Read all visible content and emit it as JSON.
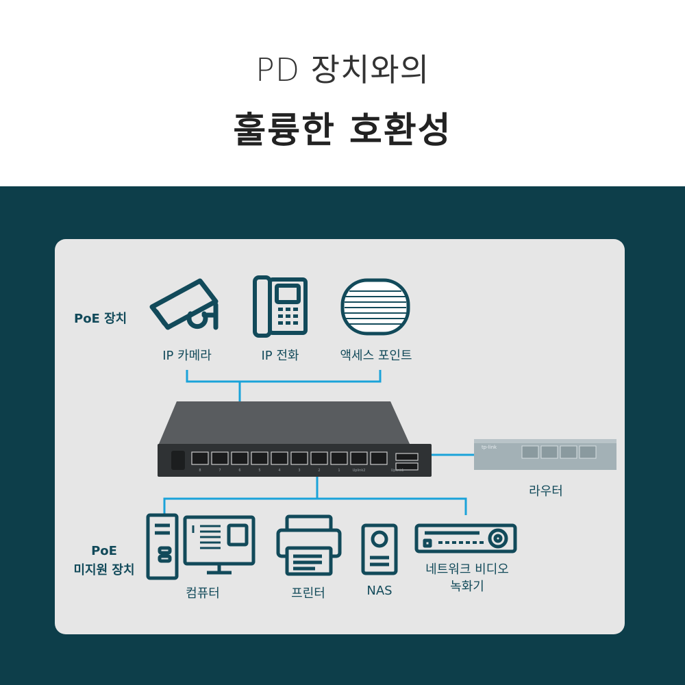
{
  "title": {
    "line1": "PD 장치와의",
    "line2": "훌륭한 호환성"
  },
  "diagram": {
    "poe_devices_label": "PoE 장치",
    "non_poe_devices_label_line1": "PoE",
    "non_poe_devices_label_line2": "미지원 장치",
    "poe_devices": [
      {
        "label": "IP 카메라",
        "icon": "ip-camera-icon"
      },
      {
        "label": "IP 전화",
        "icon": "ip-phone-icon"
      },
      {
        "label": "액세스 포인트",
        "icon": "access-point-icon"
      }
    ],
    "router_label": "라우터",
    "router_brand": "tp-link",
    "non_poe_devices": [
      {
        "label": "컴퓨터",
        "icon": "computer-icon"
      },
      {
        "label": "프린터",
        "icon": "printer-icon"
      },
      {
        "label": "NAS",
        "icon": "nas-icon"
      },
      {
        "label_line1": "네트워크 비디오",
        "label_line2": "녹화기",
        "icon": "nvr-icon"
      }
    ],
    "switch_port_labels": [
      "8",
      "7",
      "6",
      "5",
      "4",
      "3",
      "2",
      "1",
      "Uplink2",
      "Uplink1"
    ],
    "colors": {
      "background": "#0d3e4a",
      "panel": "#e6e6e6",
      "icon": "#124a5a",
      "connector": "#1aa3d9",
      "switch": "#3a3d3f"
    }
  }
}
